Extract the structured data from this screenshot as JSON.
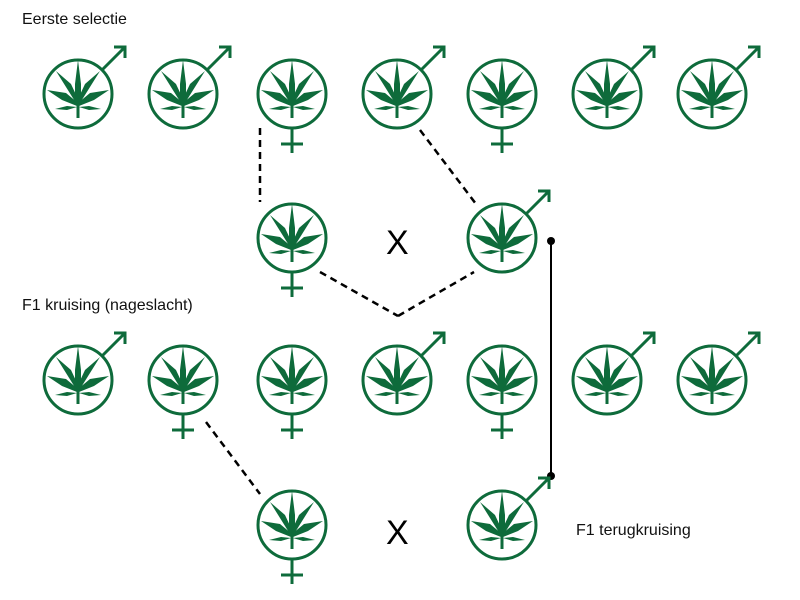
{
  "labels": {
    "first_selection": "Eerste selectie",
    "f1_cross": "F1 kruising (nageslacht)",
    "f1_backcross": "F1 terugkruising",
    "cross_symbol_1": "X",
    "cross_symbol_2": "X"
  },
  "colors": {
    "plant_green": "#0e6b3b",
    "line": "#000000"
  },
  "icon": "cannabis-leaf-icon",
  "rows": {
    "first_selection": [
      "male",
      "male",
      "female",
      "male",
      "female",
      "male",
      "male"
    ],
    "parents": [
      "female",
      "male"
    ],
    "f1": [
      "male",
      "female",
      "female",
      "male",
      "female",
      "male",
      "male"
    ],
    "backcross": [
      "female",
      "male"
    ]
  }
}
